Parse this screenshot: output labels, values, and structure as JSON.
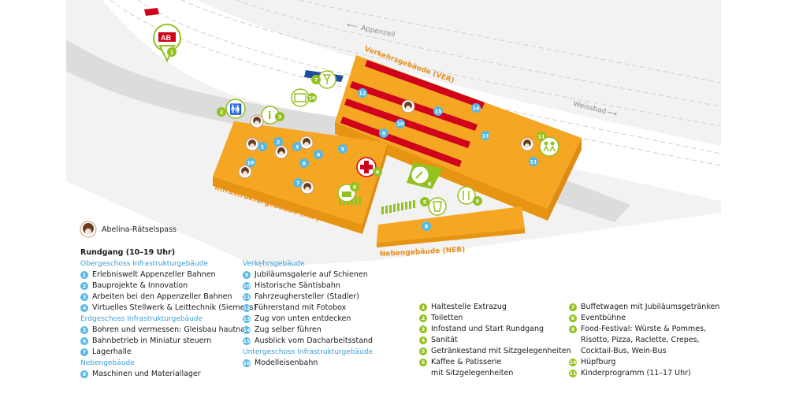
{
  "map": {
    "directions": {
      "appenzell": "Appenzell",
      "weissbad": "Weissbad"
    },
    "buildings": {
      "ver": "Verkehrsgebäude (VER)",
      "inf": "Infrastrukturgebäude (INF)",
      "neb": "Nebengebäude (NEB)"
    },
    "logo_text": "AB",
    "colors": {
      "building": "#f5a623",
      "building_side": "#e08a12",
      "blue": "#58b8e5",
      "green": "#93c11f",
      "red": "#d0021b",
      "track": "#e6e6e6"
    },
    "blue_markers": [
      "1",
      "2",
      "3",
      "4",
      "5",
      "6",
      "7",
      "8",
      "9",
      "10",
      "11",
      "12",
      "13",
      "14",
      "15",
      "16"
    ],
    "green_markers": [
      "1",
      "2",
      "3",
      "4",
      "5",
      "6",
      "7",
      "8",
      "9",
      "10",
      "11"
    ]
  },
  "legend": {
    "abelina": "Abelina-Rätselspass",
    "tour_title": "Rundgang (10–19 Uhr)",
    "col1": [
      {
        "type": "section",
        "text": "Obergeschoss Infrastrukturgebäude"
      },
      {
        "type": "item",
        "num": "1",
        "text": "Erlebniswelt Appenzeller Bahnen"
      },
      {
        "type": "item",
        "num": "2",
        "text": "Bauprojekte & Innovation"
      },
      {
        "type": "item",
        "num": "3",
        "text": "Arbeiten bei den Appenzeller Bahnen"
      },
      {
        "type": "item",
        "num": "4",
        "text": "Virtuelles Stellwerk & Leittechnik (Siemens)"
      },
      {
        "type": "section",
        "text": "Erdgeschoss Infrastrukturgebäude"
      },
      {
        "type": "item",
        "num": "5",
        "text": "Bohren und vermessen: Gleisbau hautnah"
      },
      {
        "type": "item",
        "num": "6",
        "text": "Bahnbetrieb in Miniatur steuern"
      },
      {
        "type": "item",
        "num": "7",
        "text": "Lagerhalle"
      },
      {
        "type": "section",
        "text": "Nebengebäude"
      },
      {
        "type": "item",
        "num": "8",
        "text": "Maschinen und Materiallager"
      }
    ],
    "col2": [
      {
        "type": "section",
        "text": "Verkehrsgebäude"
      },
      {
        "type": "item",
        "num": "9",
        "text": "Jubiläumsgalerie auf Schienen"
      },
      {
        "type": "item",
        "num": "10",
        "text": "Historische Säntisbahn"
      },
      {
        "type": "item",
        "num": "11",
        "text": "Fahrzeughersteller (Stadler)"
      },
      {
        "type": "item",
        "num": "12",
        "text": "Führerstand mit Fotobox"
      },
      {
        "type": "item",
        "num": "13",
        "text": "Zug von unten entdecken"
      },
      {
        "type": "item",
        "num": "14",
        "text": "Zug selber führen"
      },
      {
        "type": "item",
        "num": "15",
        "text": "Ausblick vom Dacharbeitsstand"
      },
      {
        "type": "section",
        "text": "Untergeschoss Infrastrukturgebäude"
      },
      {
        "type": "item",
        "num": "16",
        "text": "Modelleisenbahn"
      }
    ],
    "col3": [
      {
        "num": "1",
        "text": "Haltestelle Extrazug"
      },
      {
        "num": "2",
        "text": "Toiletten"
      },
      {
        "num": "3",
        "text": "Infostand und Start Rundgang"
      },
      {
        "num": "4",
        "text": "Sanität"
      },
      {
        "num": "5",
        "text": "Getränkestand mit Sitzgelegenheiten"
      },
      {
        "num": "6",
        "text": "Kaffee & Patisserie"
      },
      {
        "num": "",
        "text": "mit Sitzgelegenheiten"
      }
    ],
    "col4": [
      {
        "num": "7",
        "text": "Buffetwagen mit Jubiläumsgetränken"
      },
      {
        "num": "8",
        "text": "Eventbühne"
      },
      {
        "num": "9",
        "text": "Food-Festival: Würste & Pommes,"
      },
      {
        "num": "",
        "text": "Risotto, Pizza, Raclette, Crepes,"
      },
      {
        "num": "",
        "text": "Cocktail-Bus, Wein-Bus"
      },
      {
        "num": "10",
        "text": "Hüpfburg"
      },
      {
        "num": "11",
        "text": "Kinderprogramm (11–17 Uhr)"
      }
    ]
  }
}
